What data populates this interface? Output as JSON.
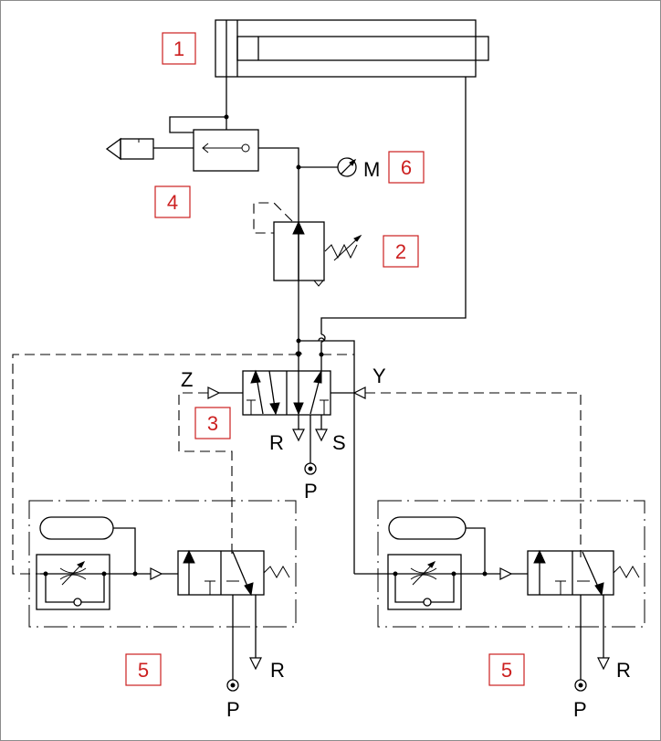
{
  "components": [
    {
      "number": "1"
    },
    {
      "number": "2"
    },
    {
      "number": "3"
    },
    {
      "number": "4"
    },
    {
      "number": "5"
    },
    {
      "number": "5"
    },
    {
      "number": "6"
    }
  ],
  "ports": {
    "gauge": "M",
    "pilot_left": "Z",
    "pilot_right": "Y",
    "valve_exhaust_r": "R",
    "valve_exhaust_s": "S",
    "valve_supply": "P",
    "left_unit_exhaust": "R",
    "left_unit_supply": "P",
    "right_unit_exhaust": "R",
    "right_unit_supply": "P"
  },
  "colors": {
    "line": "#000000",
    "number_label": "#cc2020",
    "border": "#8c8c8c"
  }
}
